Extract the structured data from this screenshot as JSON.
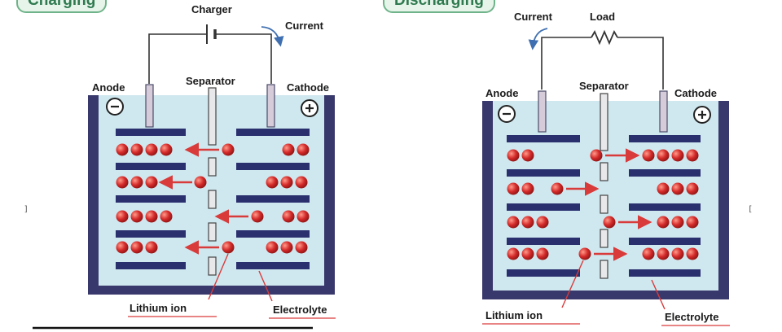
{
  "colors": {
    "electrolyte": "#cfe8ef",
    "container": "#39386c",
    "electrode": "#2a2f6e",
    "ion": "#d42a2a",
    "arrow": "#d93a3a",
    "wire": "#333333",
    "current_arrow": "#3f6fb0",
    "tag_text": "#2f7a4f"
  },
  "left_panel": {
    "mode_label": "Charging",
    "source_label": "Charger",
    "current_label": "Current",
    "anode_label": "Anode",
    "separator_label": "Separator",
    "cathode_label": "Cathode",
    "negative_sign": "−",
    "positive_sign": "+",
    "ion_label": "Lithium ion",
    "electrolyte_label": "Electrolyte"
  },
  "right_panel": {
    "mode_label": "Discharging",
    "source_label": "Load",
    "current_label": "Current",
    "anode_label": "Anode",
    "separator_label": "Separator",
    "cathode_label": "Cathode",
    "negative_sign": "−",
    "positive_sign": "+",
    "ion_label": "Lithium ion",
    "electrolyte_label": "Electrolyte"
  },
  "edge_marks": {
    "left": "]",
    "right": "["
  }
}
